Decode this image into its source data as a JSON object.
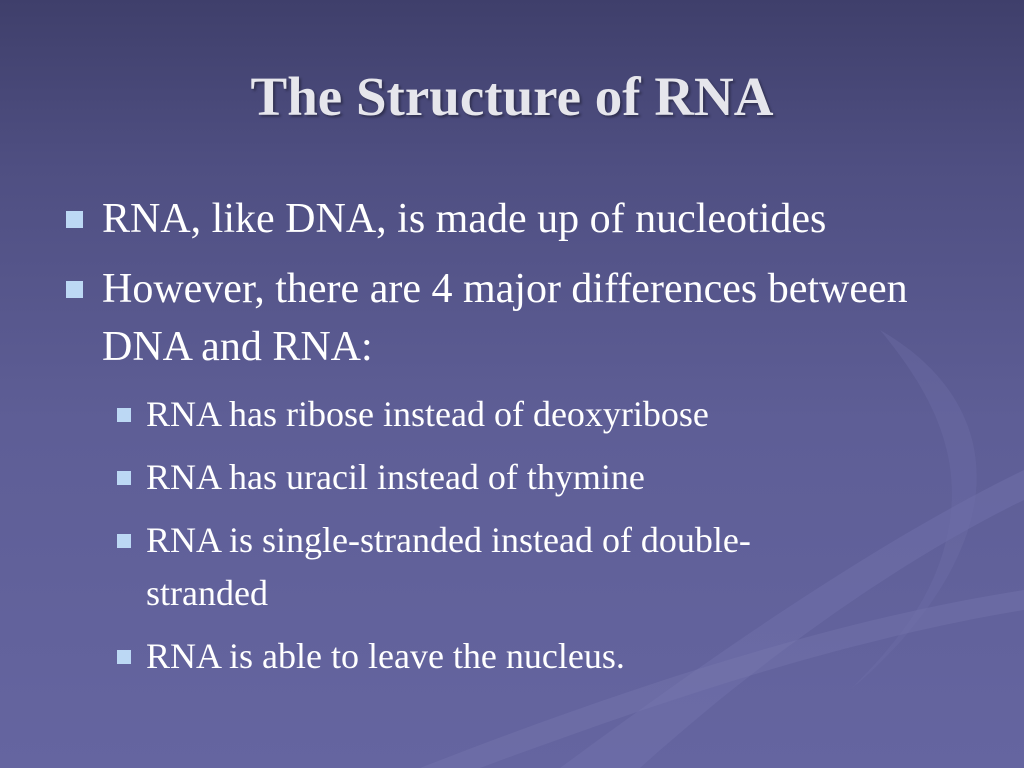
{
  "slide": {
    "title": "The Structure of RNA",
    "colors": {
      "background_top": "#3f3f6b",
      "background_bottom": "#6565a0",
      "title_text": "#e6e6ec",
      "body_text": "#ffffff",
      "bullet": "#bcd8f4"
    },
    "bullets": [
      {
        "level": 1,
        "text": "RNA, like DNA, is made up of nucleotides"
      },
      {
        "level": 1,
        "text": "However, there are 4 major differences between DNA and RNA:"
      },
      {
        "level": 2,
        "text": "RNA has ribose instead of deoxyribose"
      },
      {
        "level": 2,
        "text": "RNA has uracil instead of thymine"
      },
      {
        "level": 2,
        "text": "RNA is single-stranded instead of double-stranded"
      },
      {
        "level": 2,
        "text": "RNA is able to leave the nucleus."
      }
    ]
  }
}
